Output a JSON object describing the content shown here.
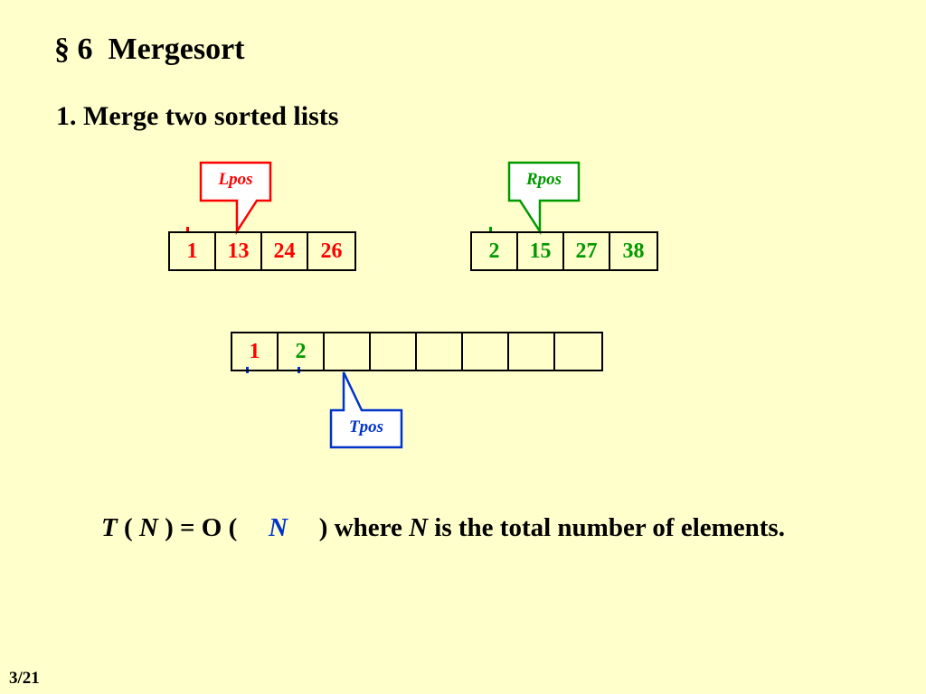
{
  "slide": {
    "title": "§ 6  Mergesort",
    "subtitle": "1. Merge two sorted lists",
    "page_number": "3/21"
  },
  "left_list": {
    "pointer_label": "Lpos",
    "values": [
      "1",
      "13",
      "24",
      "26"
    ],
    "color": "#ff0000"
  },
  "right_list": {
    "pointer_label": "Rpos",
    "values": [
      "2",
      "15",
      "27",
      "38"
    ],
    "color": "#009900"
  },
  "temp_list": {
    "pointer_label": "Tpos",
    "values": [
      "1",
      "2",
      "",
      "",
      "",
      "",
      "",
      ""
    ],
    "value_colors": [
      "#ff0000",
      "#009900",
      "",
      "",
      "",
      "",
      "",
      ""
    ],
    "color": "#0033cc"
  },
  "formula": {
    "t": "T",
    "open": " ( ",
    "n1": "N",
    "mid": " ) = O ( ",
    "answer": "N",
    "close": " ) where ",
    "n2": "N",
    "rest": " is the total number of elements."
  }
}
